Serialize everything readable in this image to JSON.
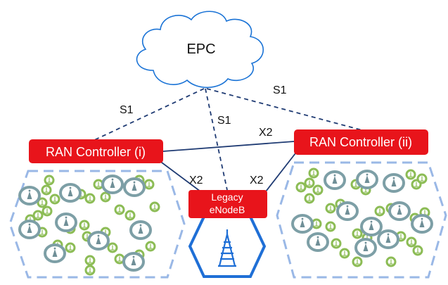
{
  "core": {
    "label": "EPC"
  },
  "links": {
    "s1_left": "S1",
    "s1_center": "S1",
    "s1_right": "S1",
    "x2_top": "X2",
    "x2_left": "X2",
    "x2_right": "X2"
  },
  "controllers": {
    "left": "RAN Controller (i)",
    "right": "RAN Controller (ii)"
  },
  "legacy": {
    "line1": "Legacy",
    "line2": "eNodeB"
  },
  "colors": {
    "cloud_stroke": "#1a73d6",
    "controller_fill": "#e8141b",
    "link_line": "#1f3b73",
    "hex_dashed": "#9ab8e6",
    "hex_solid": "#1f6fd6",
    "macro_cell": "#7d9fa6",
    "small_cell": "#8cbc55"
  },
  "icons": {
    "cloud": "cloud-icon",
    "macro_cell": "cell-tower-icon",
    "small_cell": "small-cell-icon",
    "legacy_tower": "antenna-tower-icon"
  }
}
